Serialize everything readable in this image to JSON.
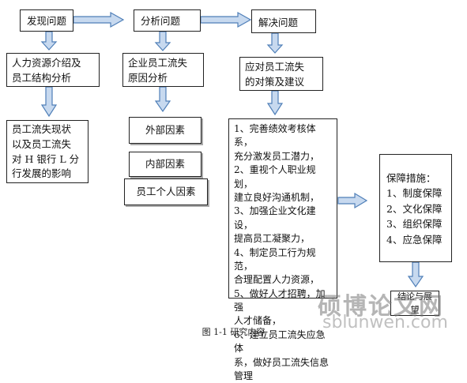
{
  "boxes": {
    "discover": "发现问题",
    "analyze": "分析问题",
    "solve": "解决问题",
    "hr_intro": "人力资源介绍及\n员工结构分析",
    "cause_analysis": "企业员工流失\n原因分析",
    "countermeasures": "应对员工流失\n的对策及建议",
    "status": "员工流失现状\n以及员工流失\n对 H 银行 L 分\n行发展的影响",
    "external": "外部因素",
    "internal": "内部因素",
    "personal": "员工个人因素",
    "measures": "1、完善绩效考核体系，\n充分激发员工潜力，\n2、重视个人职业规划，\n建立良好沟通机制，\n3、加强企业文化建设，\n提高员工凝聚力，\n4、制定员工行为规范，\n合理配置人力资源，\n5、做好人才招聘，加强\n人才储备，\n6、建立员工流失应急体\n系，做好员工流失信息\n管理",
    "guarantee": "保障措施：\n1、制度保障\n2、文化保障\n3、组织保障\n4、应急保障",
    "conclusion": "结论与展望"
  },
  "caption": "图 1-1  研究内容",
  "watermark": {
    "title": "硕博论文网",
    "url": "sblunwen.com"
  },
  "colors": {
    "arrow_fill": "#c7d9ef",
    "arrow_stroke": "#4f7fb8",
    "watermark": "#9b9b9b"
  }
}
